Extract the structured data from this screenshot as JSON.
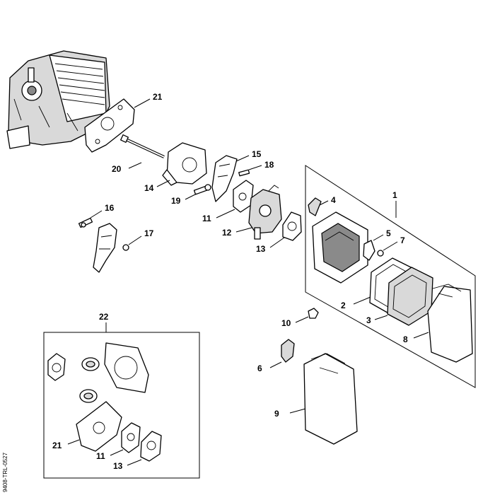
{
  "drawing_code": "9408-TRL-0527",
  "callouts": {
    "c1": "1",
    "c2": "2",
    "c3": "3",
    "c4": "4",
    "c5": "5",
    "c6": "6",
    "c7": "7",
    "c8": "8",
    "c9": "9",
    "c10": "10",
    "c11": "11",
    "c12": "12",
    "c13": "13",
    "c14": "14",
    "c15": "15",
    "c16": "16",
    "c17": "17",
    "c18": "18",
    "c19": "19",
    "c20": "20",
    "c21": "21",
    "c22": "22",
    "c11b": "11",
    "c13b": "13",
    "c21b": "21"
  }
}
